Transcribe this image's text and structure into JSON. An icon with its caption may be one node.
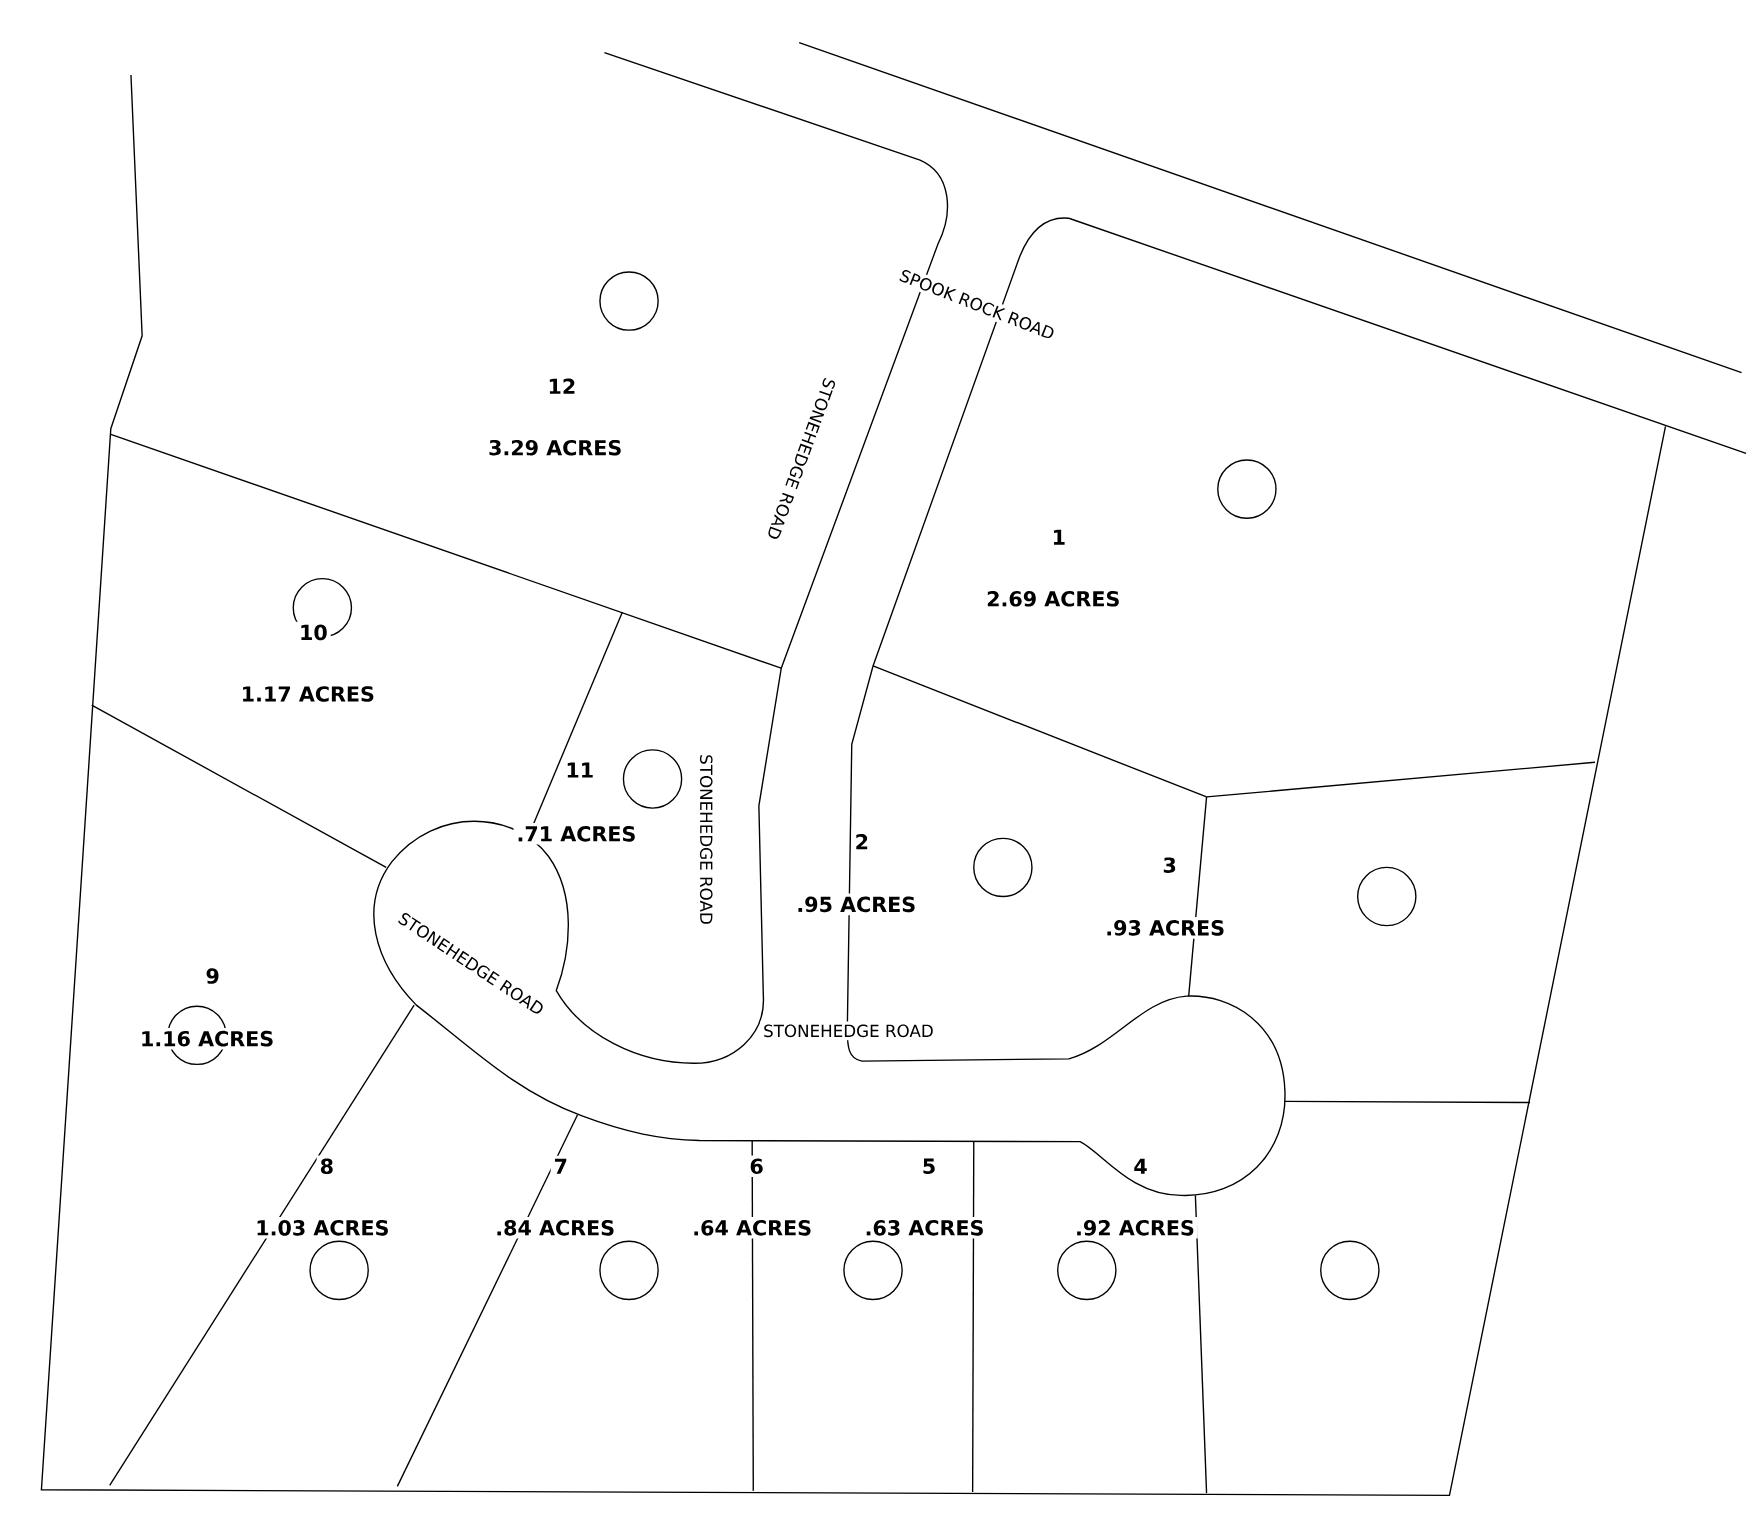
{
  "diagram": {
    "labels": [
      "12",
      "3.29 ACRES",
      "SPOOK ROCK ROAD",
      "STONEHEDGE ROAD",
      "1",
      "2.69 ACRES",
      "10",
      "1.17 ACRES",
      "11",
      "STONEHEDGE ROAD",
      ".71 ACRES",
      "2",
      "3",
      ".95 ACRES",
      ".93 ACRES",
      "STONEHEDGE ROAD",
      "9",
      "STONEHEDGE ROAD",
      "1.16 ACRES",
      "8",
      "7",
      "6",
      "5",
      "4",
      "1.03 ACRES",
      ".84 ACRES",
      ".64 ACRES",
      ".63 ACRES",
      ".92 ACRES"
    ]
  }
}
